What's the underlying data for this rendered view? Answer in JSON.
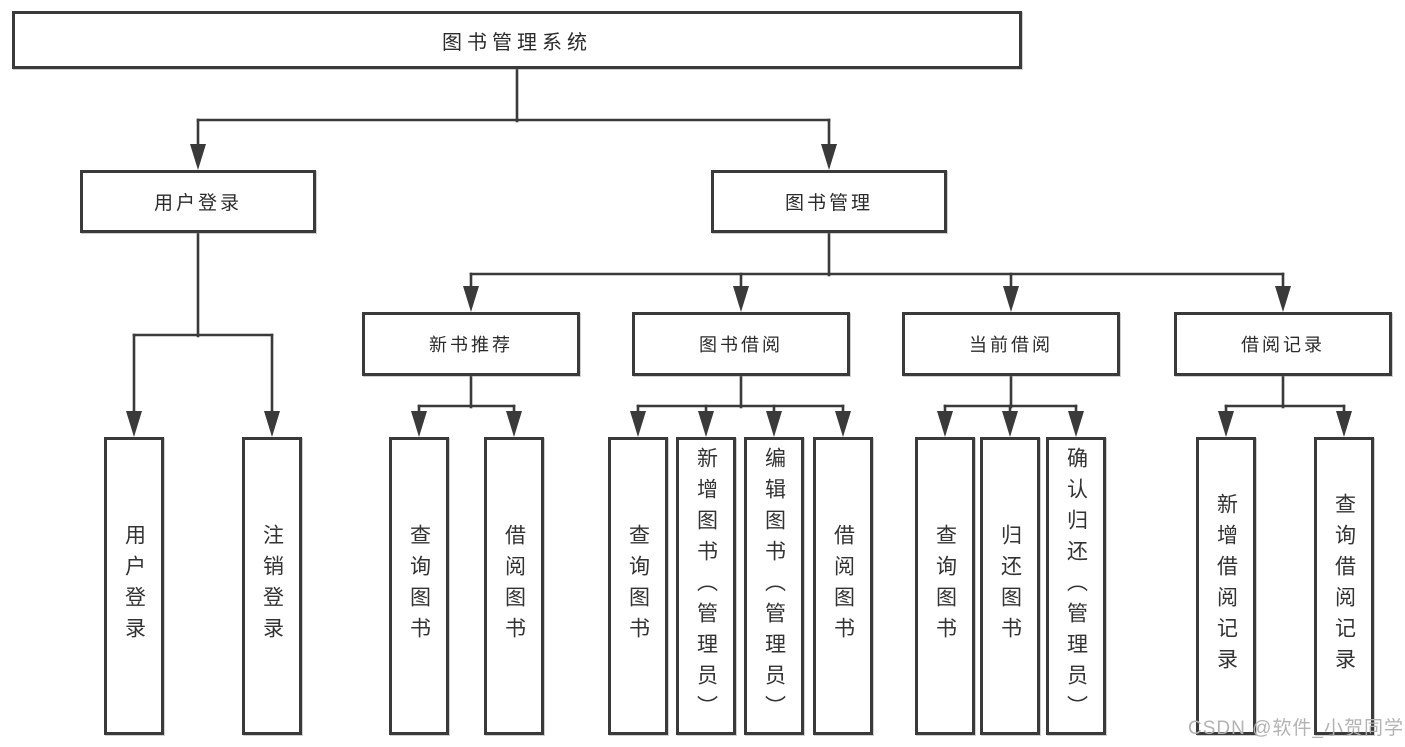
{
  "diagram": {
    "nodes": {
      "root": "图书管理系统",
      "user_login": "用户登录",
      "book_mgmt": "图书管理",
      "new_book": "新书推荐",
      "book_borrow": "图书借阅",
      "current_borrow": "当前借阅",
      "borrow_record": "借阅记录",
      "leaf_user_login": "用户登录",
      "leaf_logout": "注销登录",
      "leaf_nb_query": "查询图书",
      "leaf_nb_borrow": "借阅图书",
      "leaf_bb_query": "查询图书",
      "leaf_bb_add": "新增图书（管理员）",
      "leaf_bb_edit": "编辑图书（管理员）",
      "leaf_bb_borrow": "借阅图书",
      "leaf_cb_query": "查询图书",
      "leaf_cb_return": "归还图书",
      "leaf_cb_confirm": "确认归还（管理员）",
      "leaf_br_add": "新增借阅记录",
      "leaf_br_query": "查询借阅记录"
    },
    "colors": {
      "line": "#3a3a3a",
      "text": "#2b2b2b",
      "background": "#ffffff",
      "watermark": "#b3b3b3"
    }
  },
  "watermark": {
    "text": "CSDN @软件_小贺同学"
  }
}
